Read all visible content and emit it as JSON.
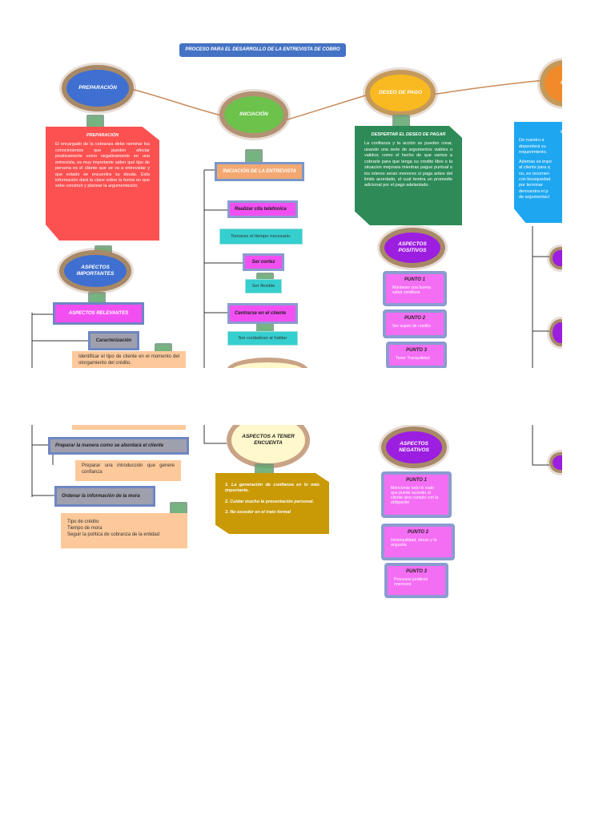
{
  "title": "PROCESO PARA EL DESARROLLO DE LA ENTREVISTA DE COBRO",
  "nodes": {
    "preparacion": "PREPARACIÓN",
    "iniciacion": "INICIACIÓN",
    "deseo_pago": "DESEO DE PAGO",
    "partial_c": "C",
    "aspectos_importantes": "ASPECTOS IMPORTANTES",
    "aspectos_positivos": "ASPECTOS POSITIVOS",
    "aspectos_negativos": "ASPECTOS NEGATIVOS",
    "aspectos_tener": "ASPECTOS A TENER ENCUENTA"
  },
  "preparacion_card": {
    "heading": "PREPARACIÓN",
    "body": "El encargado de la cobranza debe nominar los conocimientos que pueden afectar positivamente como negativamente en una entrevista, es muy importante saber qué tipo de persona es el cliente que se va a entrevistar y que estado se encuentra su deuda. Esta información dará la clave sobre la forma en que sebe construir y planear la argumentación."
  },
  "deseo_card": {
    "heading": "DESPERTAR EL DESEO DE PAGAR",
    "body": "La confianza y la acción se pueden crear, usando una serie de argumentos viables o validos; como el hecho de que vamos a cobrarle para que tenga su credito libre o la situacion mejorara mientras pague puntual o los interes seran menores si paga antes del limite acordado, el cual tendra un promedio adicional por el pago adelantado ."
  },
  "cyan_card": {
    "heading": "C",
    "line1": "De nuestro a",
    "line2": "dependerá su",
    "line3": "requerimiento.",
    "line4": "Ademas es impo",
    "line5": "al cliente para q",
    "line6": "no, es recomen",
    "line7": "con brusquedad",
    "line8": "por terminar",
    "line9": "demuestra el p",
    "line10": "de argumentaci"
  },
  "iniciacion_col": {
    "header": "INICIACIÓN DE LA ENTREVISTA",
    "b1": "Realizar cita telefonica",
    "c1": "Tomarse el tiempo necesario.",
    "b2": "Ser cortez",
    "c2": "Ser flexible",
    "b3": "Centrarse en el cliente",
    "c3": "Ser cuidadoso al hablar"
  },
  "tener_card": {
    "p1": "1. La generación de confianza es lo más importante.",
    "p2": "2. Cuidar mucho la presentación personal.",
    "p3": "3. No exceder en el trato formal"
  },
  "left_col": {
    "relevantes": "ASPECTOS RELEVANTES",
    "caracterizacion": "Caracterización",
    "caract_text": "Identificar el tipo de cliente en el momento del otorgamiento del crédito.",
    "preparar": "Preparar la manera como se abordará el cliente",
    "preparar_text": "Preparar una introducción que genere confianza",
    "ordenar": "Ordenar la información de la mora",
    "ordenar_l1": "Tipo de crédito",
    "ordenar_l2": "Tiempo de mora",
    "ordenar_l3": "Seguir la política de cobranza de la entidad"
  },
  "positivos": [
    {
      "label": "PUNTO  1",
      "text": "Mantener una buena salud crediticia"
    },
    {
      "label": "PUNTO  2",
      "text": "Ser sujeto de credito"
    },
    {
      "label": "PUNTO  3",
      "text": "Tener Tranquilidad"
    }
  ],
  "negativos": [
    {
      "label": "PUNTO  1",
      "text": "Mencionar todo lo malo que puede suceder al cliente sino cumple con la obligación"
    },
    {
      "label": "PUNTO  2",
      "text": "Intranquilidad, stress y la angustia"
    },
    {
      "label": "PUNTO  3",
      "text": "Procesos juridicos onerosos"
    }
  ],
  "colors": {
    "title_bg": "#4472c4",
    "red": "#fb5151",
    "green_card": "#2e8b57",
    "gold": "#c99a06",
    "magenta": "#f24ff2",
    "cyan": "#36cfcf",
    "purple": "#9c1ee0"
  }
}
